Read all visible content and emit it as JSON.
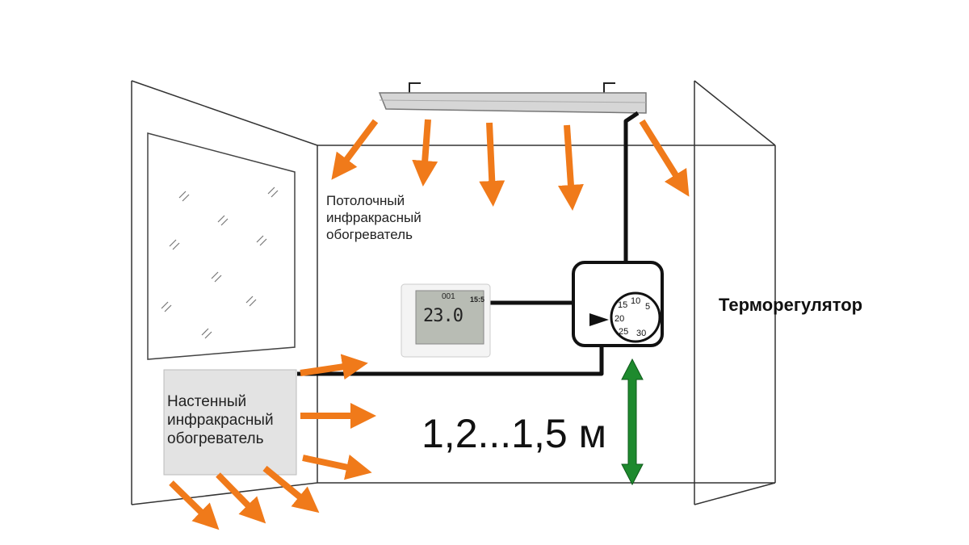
{
  "labels": {
    "ceiling_heater": [
      "Потолочный",
      "инфракрасный",
      "обогреватель"
    ],
    "wall_heater": [
      "Настенный",
      "инфракрасный",
      "обогреватель"
    ],
    "thermoregulator": "Терморегулятор",
    "height": "1,2...1,5 м"
  },
  "thermostat_display": {
    "temp": "23.0",
    "top": "001",
    "right": "15:5"
  },
  "dial": [
    "15",
    "10",
    "5",
    "20",
    "25",
    "30"
  ],
  "colors": {
    "heat_arrow": "#f07a1a",
    "height_arrow": "#1e8a2e",
    "lines": "#222222"
  }
}
